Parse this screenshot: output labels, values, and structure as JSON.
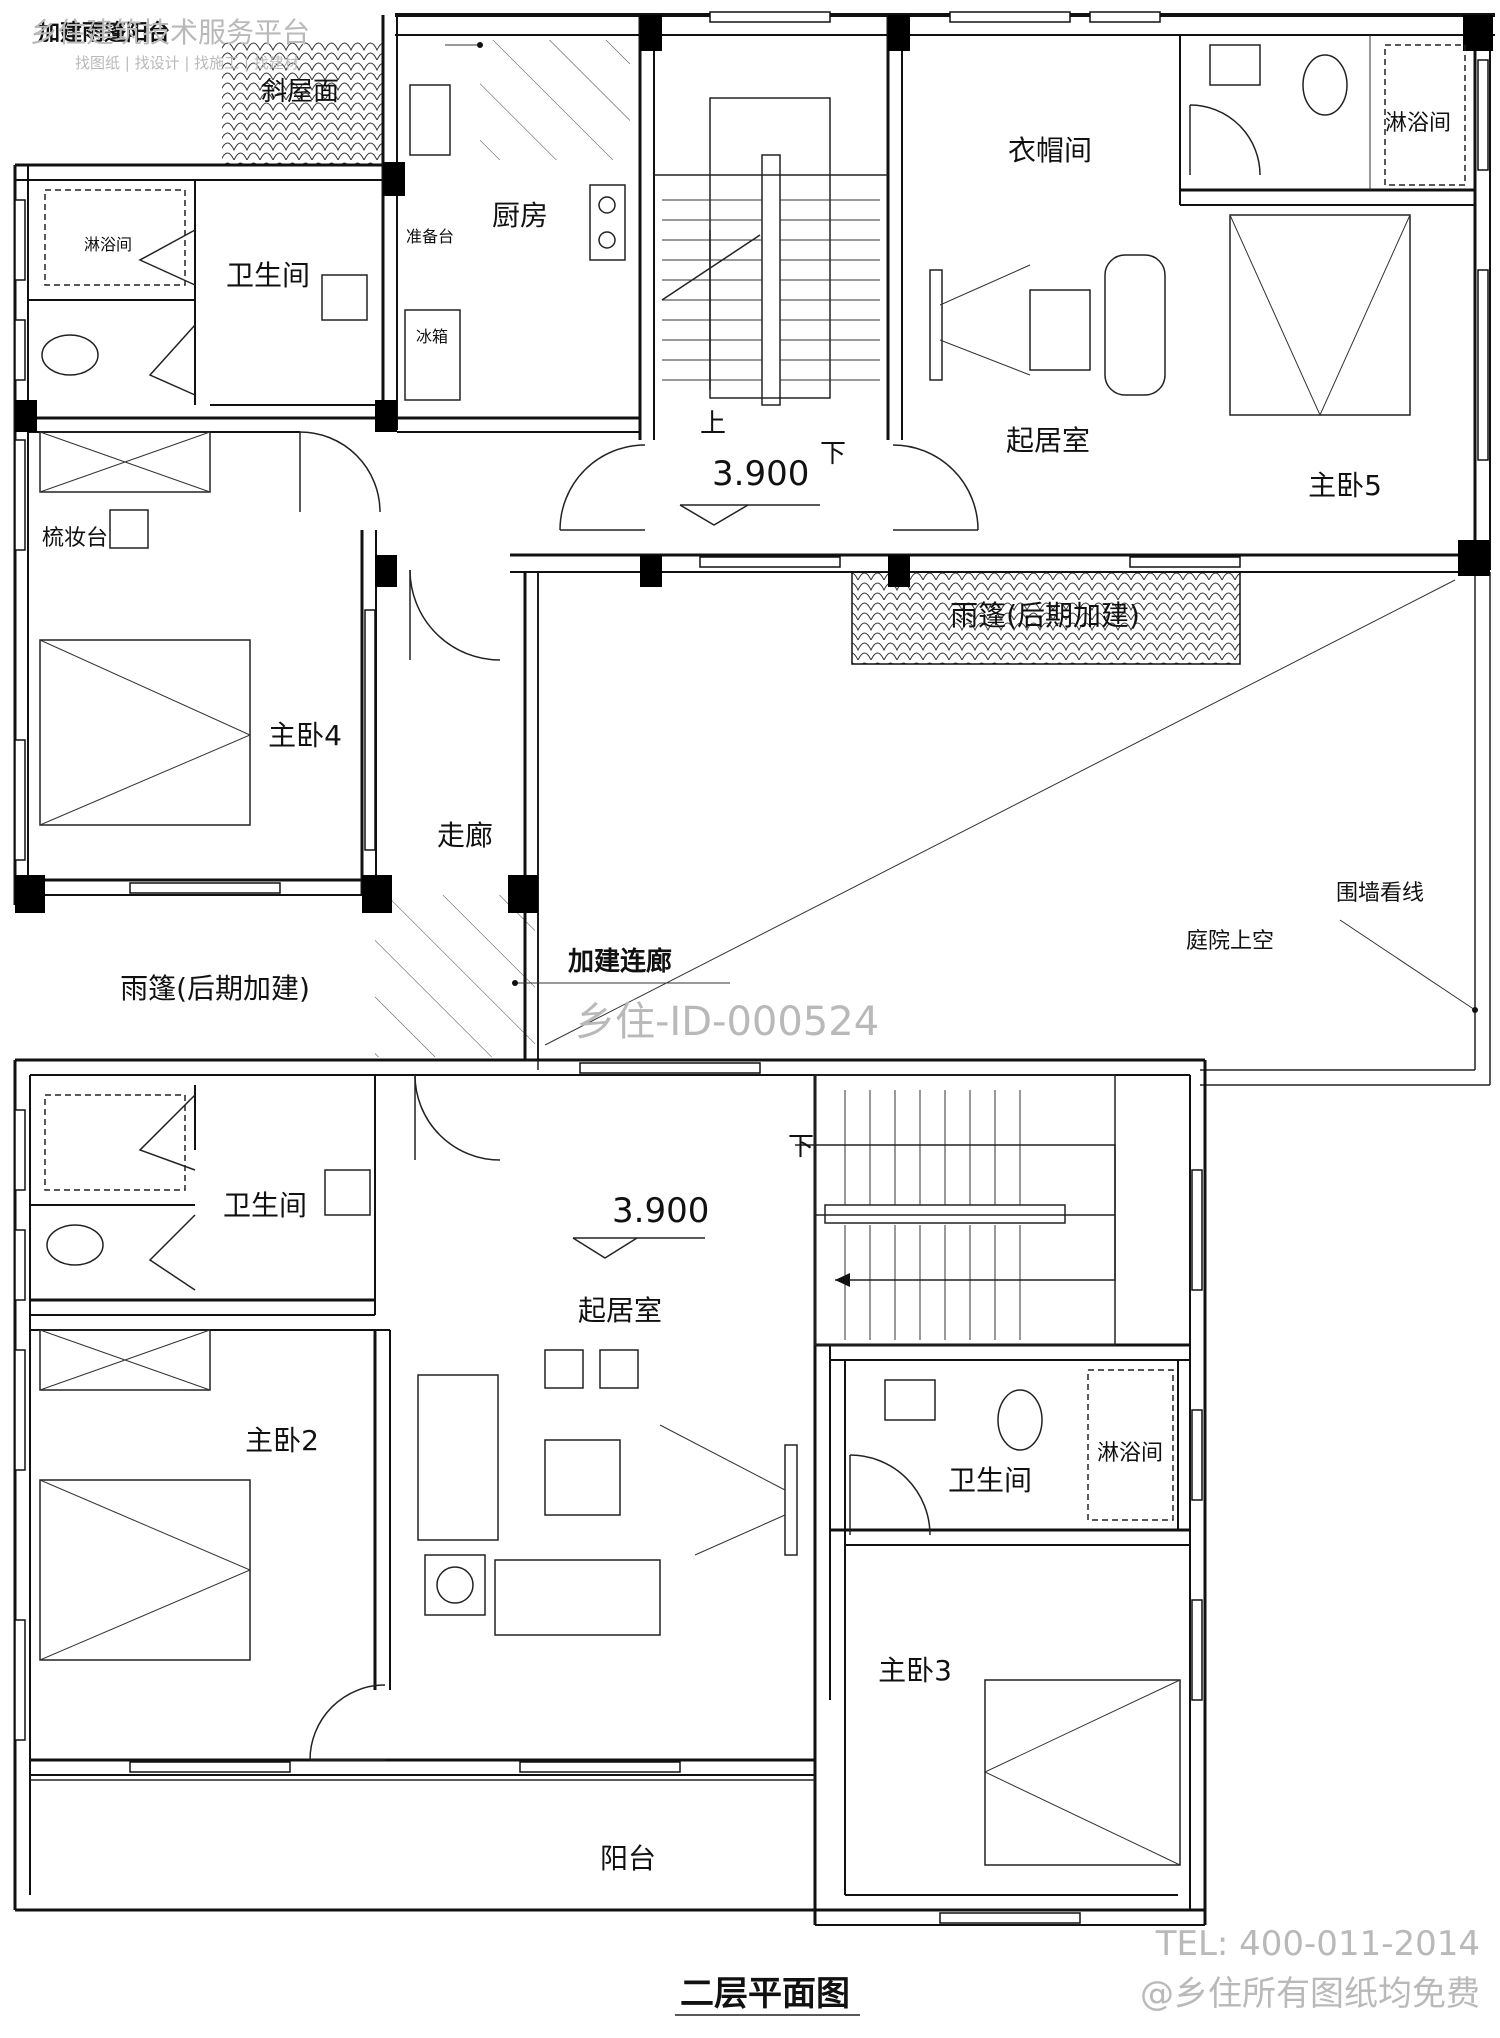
{
  "title": "二层平面图",
  "header_note": "加建雨篷阳台",
  "watermark": {
    "brand_line": "乡住建筑技术服务平台",
    "brand_sub": "找图纸 | 找设计 | 找施工 | 找建材",
    "id_text": "乡住-ID-000524",
    "tel": "TEL: 400-011-2014",
    "free_note": "@乡住所有图纸均免费"
  },
  "levels": {
    "upper": "3.900",
    "lower": "3.900"
  },
  "stair_marks": {
    "up": "上",
    "down": "下",
    "down_lower": "下"
  },
  "rooms": {
    "sloped_roof": "斜屋面",
    "kitchen": "厨房",
    "prep_counter": "准备台",
    "fridge": "冰箱",
    "shower_4": "淋浴间",
    "bath_4": "卫生间",
    "vanity_4": "梳妆台",
    "master_4": "主卧4",
    "corridor": "走廊",
    "added_corridor": "加建连廊",
    "canopy_left": "雨篷(后期加建)",
    "canopy_right": "雨篷(后期加建)",
    "cloakroom": "衣帽间",
    "shower_5": "淋浴间",
    "living_upper": "起居室",
    "master_5": "主卧5",
    "courtyard_void": "庭院上空",
    "fence_line": "围墙看线",
    "shower_2": "卫生间",
    "master_2": "主卧2",
    "living_lower": "起居室",
    "bath_3": "卫生间",
    "shower_3": "淋浴间",
    "master_3": "主卧3",
    "balcony": "阳台"
  },
  "colors": {
    "line": "#111111",
    "watermark": "#b9b9b9",
    "background": "#ffffff"
  }
}
